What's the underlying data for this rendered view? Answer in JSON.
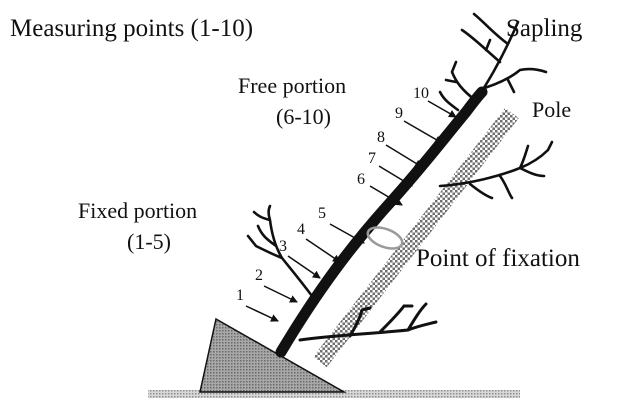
{
  "labels": {
    "measuring_points": "Measuring points (1-10)",
    "sapling": "Sapling",
    "free_portion": "Free portion",
    "free_range": "(6-10)",
    "pole": "Pole",
    "fixed_portion": "Fixed portion",
    "fixed_range": "(1-5)",
    "point_of_fixation": "Point of fixation"
  },
  "measuring_points": [
    "1",
    "2",
    "3",
    "4",
    "5",
    "6",
    "7",
    "8",
    "9",
    "10"
  ],
  "colors": {
    "ink": "#111111",
    "pole_pattern": "#8a8a8a",
    "ground_fill": "#9a9a9a",
    "fixation_ring": "#9a9a9a"
  }
}
